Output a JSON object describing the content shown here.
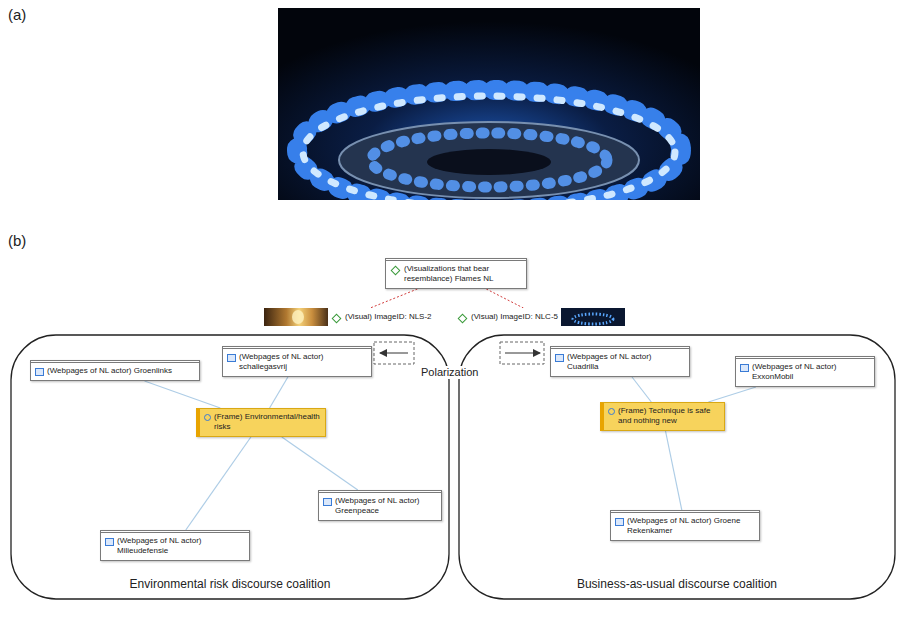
{
  "diagram": {
    "nodes": [
      {
        "text": [
          "(Visualizations that bear resemblance) Flames NL"
        ]
      },
      {
        "text": [
          "(Visual) ImageID: NLS-2"
        ]
      },
      {
        "text": [
          "(Visual) ImageID: NLC-5"
        ]
      },
      {
        "text": [
          "Environmental risk discourse coalition"
        ]
      },
      {
        "text": [
          "(Webpages of NL actor) schaliegasvrij"
        ],
        "in": 3
      },
      {
        "text": [
          "(Webpages of NL actor) Groenlinks"
        ],
        "in": 3
      },
      {
        "text": [
          "(Frame) Environmental/health risks"
        ],
        "in": 3
      },
      {
        "text": [
          "(Webpages of NL actor) Greenpeace"
        ],
        "in": 3
      },
      {
        "text": [
          "(Webpages of NL actor) Milieudefensie"
        ],
        "in": 3
      },
      {
        "text": [
          "Business-as-usual discourse coalition"
        ]
      },
      {
        "text": [
          "(Webpages of NL actor) Cuadrilla"
        ],
        "in": 9
      },
      {
        "text": [
          "(Webpages of NL actor) ExxonMobil"
        ],
        "in": 9
      },
      {
        "text": [
          "(Frame) Technique is safe and nothing new"
        ],
        "in": 9
      },
      {
        "text": [
          "(Webpages of NL actor) Groene Rekenkamer"
        ],
        "in": 9
      }
    ],
    "edges": [
      {
        "from": 0,
        "to": 1,
        "arrow": "none"
      },
      {
        "from": 0,
        "to": 2,
        "arrow": "none"
      },
      {
        "from": 6,
        "to": 4,
        "arrow": "none"
      },
      {
        "from": 6,
        "to": 5,
        "arrow": "none"
      },
      {
        "from": 6,
        "to": 7,
        "arrow": "none"
      },
      {
        "from": 6,
        "to": 8,
        "arrow": "none"
      },
      {
        "from": 12,
        "to": 10,
        "arrow": "none"
      },
      {
        "from": 12,
        "to": 11,
        "arrow": "none"
      },
      {
        "from": 12,
        "to": 13,
        "arrow": "none"
      }
    ],
    "labels": [
      "(a)",
      "(b)",
      "Polarization"
    ]
  }
}
